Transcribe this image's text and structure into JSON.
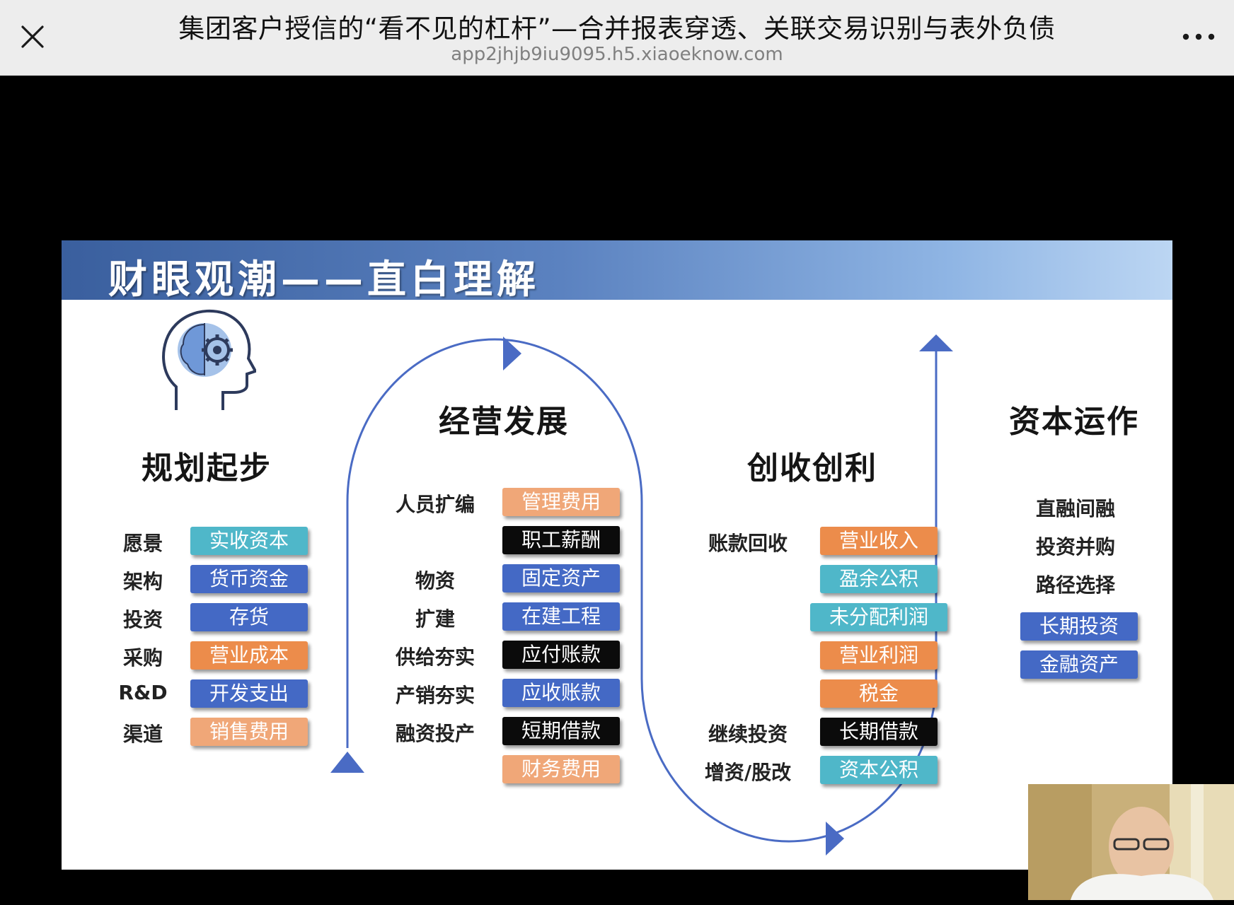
{
  "header": {
    "title": "集团客户授信的“看不见的杠杆”—合并报表穿透、关联交易识别与表外负债",
    "url": "app2jhjb9iu9095.h5.xiaoeknow.com"
  },
  "slide": {
    "title": "财眼观潮——直白理解",
    "sections": {
      "plan": "规划起步",
      "operate": "经营发展",
      "profit": "创收创利",
      "capital": "资本运作"
    },
    "plan_rows": [
      {
        "label": "愿景",
        "tag": "实收资本",
        "color": "teal"
      },
      {
        "label": "架构",
        "tag": "货币资金",
        "color": "blue"
      },
      {
        "label": "投资",
        "tag": "存货",
        "color": "blue"
      },
      {
        "label": "采购",
        "tag": "营业成本",
        "color": "orange"
      },
      {
        "label": "R&D",
        "tag": "开发支出",
        "color": "blue"
      },
      {
        "label": "渠道",
        "tag": "销售费用",
        "color": "peach"
      }
    ],
    "operate_rows": [
      {
        "label": "人员扩编",
        "tag": "管理费用",
        "color": "peach"
      },
      {
        "label": "",
        "tag": "职工薪酬",
        "color": "black"
      },
      {
        "label": "物资",
        "tag": "固定资产",
        "color": "blue"
      },
      {
        "label": "扩建",
        "tag": "在建工程",
        "color": "blue"
      },
      {
        "label": "供给夯实",
        "tag": "应付账款",
        "color": "black"
      },
      {
        "label": "产销夯实",
        "tag": "应收账款",
        "color": "blue"
      },
      {
        "label": "融资投产",
        "tag": "短期借款",
        "color": "black"
      },
      {
        "label": "",
        "tag": "财务费用",
        "color": "peach"
      }
    ],
    "profit_rows": [
      {
        "label": "账款回收",
        "tag": "营业收入",
        "color": "orange"
      },
      {
        "label": "",
        "tag": "盈余公积",
        "color": "teal"
      },
      {
        "label": "",
        "tag": "未分配利润",
        "color": "teal"
      },
      {
        "label": "",
        "tag": "营业利润",
        "color": "orange"
      },
      {
        "label": "",
        "tag": "税金",
        "color": "orange"
      },
      {
        "label": "继续投资",
        "tag": "长期借款",
        "color": "black"
      },
      {
        "label": "增资/股改",
        "tag": "资本公积",
        "color": "teal"
      }
    ],
    "capital_items": [
      "直融间融",
      "投资并购",
      "路径选择"
    ],
    "capital_tags": [
      {
        "tag": "长期投资",
        "color": "blue"
      },
      {
        "tag": "金融资产",
        "color": "blue"
      }
    ],
    "colors": {
      "teal": "#4fb7c9",
      "blue": "#4469c5",
      "orange": "#ec8c4b",
      "black": "#0b0b0b",
      "peach": "#f0a778",
      "flow_line": "#4a6bc4"
    }
  }
}
